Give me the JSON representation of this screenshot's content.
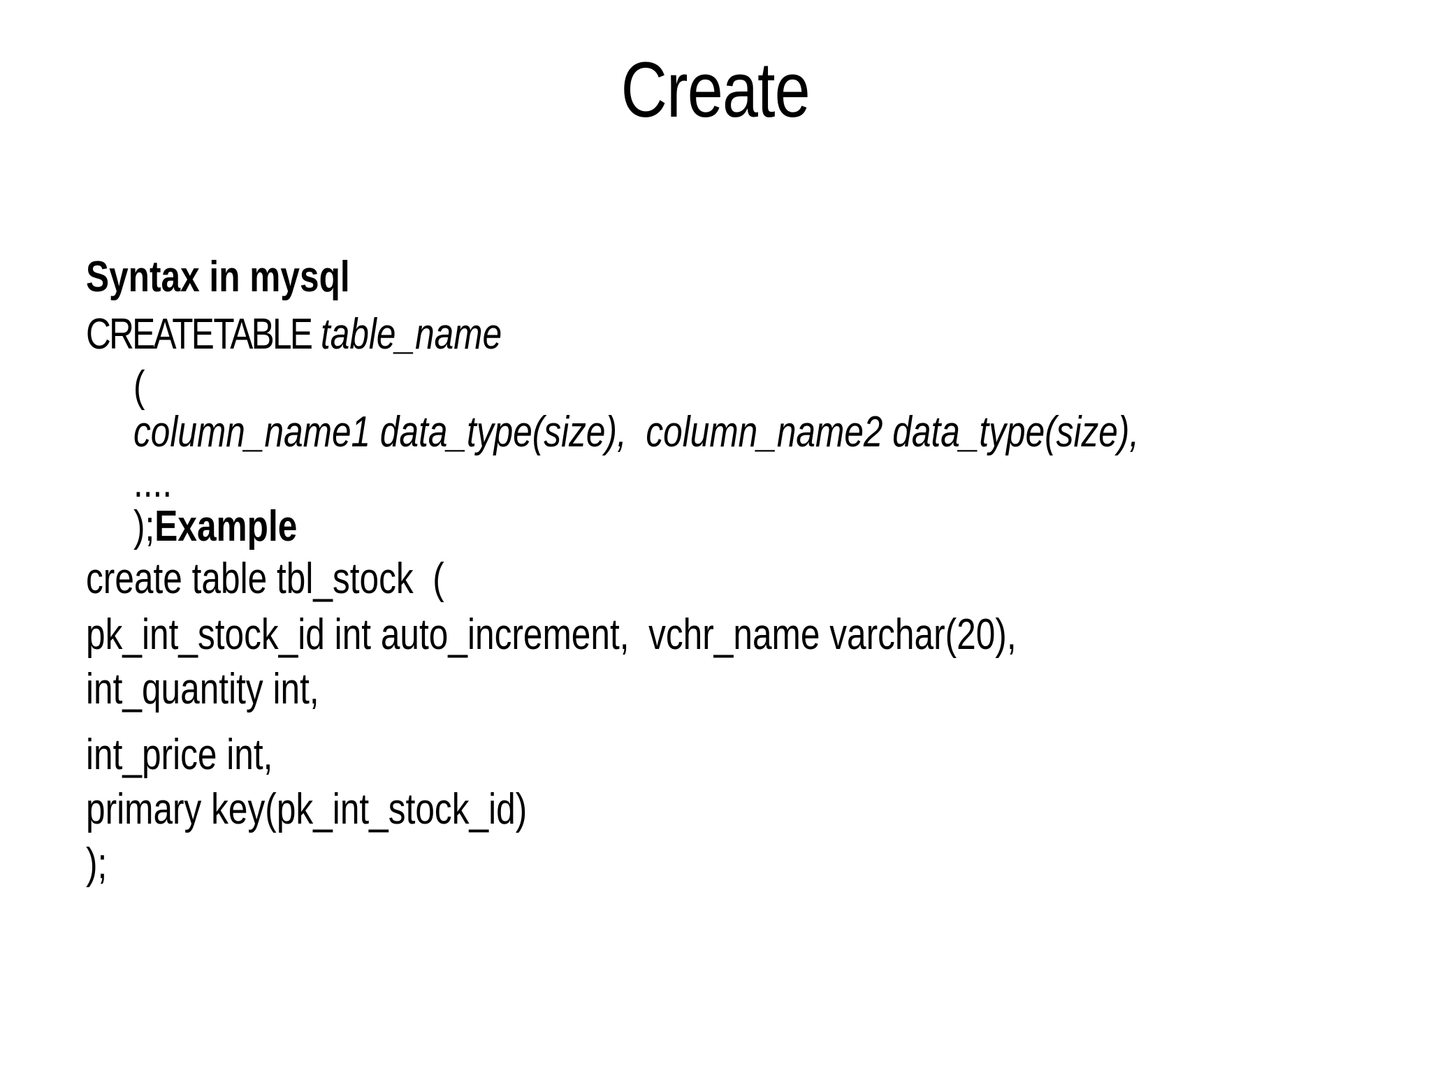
{
  "slide": {
    "title": "Create",
    "body_lines": [
      {
        "indent": 0,
        "segments": [
          {
            "text": "Syntax in mysql",
            "bold": true
          }
        ]
      },
      {
        "indent": 0,
        "segments": [
          {
            "text": "CREATE TABLE",
            "tight": true
          },
          {
            "text": " table_name",
            "italic": true
          }
        ]
      },
      {
        "indent": 1,
        "segments": [
          {
            "text": "("
          }
        ]
      },
      {
        "indent": 1,
        "segments": [
          {
            "text": "column_name1 data_type(size),  column_name2 data_type(size),",
            "italic": true
          }
        ]
      },
      {
        "indent": 1,
        "segments": [
          {
            "text": "...."
          }
        ]
      },
      {
        "indent": 1,
        "segments": [
          {
            "text": ");"
          },
          {
            "text": "Example",
            "bold": true
          }
        ]
      },
      {
        "indent": 0,
        "segments": [
          {
            "text": "create table tbl_stock  ("
          }
        ]
      },
      {
        "indent": 0,
        "segments": [
          {
            "text": "pk_int_stock_id int auto_increment,  vchr_name varchar(20),"
          }
        ]
      },
      {
        "indent": 0,
        "segments": [
          {
            "text": "int_quantity int,"
          }
        ]
      },
      {
        "indent": 0,
        "segments": [
          {
            "text": "int_price int,"
          }
        ]
      },
      {
        "indent": 0,
        "segments": [
          {
            "text": "primary key(pk_int_stock_id)"
          }
        ]
      },
      {
        "indent": 0,
        "segments": [
          {
            "text": ");"
          }
        ]
      }
    ],
    "colors": {
      "background": "#ffffff",
      "text": "#000000"
    }
  }
}
